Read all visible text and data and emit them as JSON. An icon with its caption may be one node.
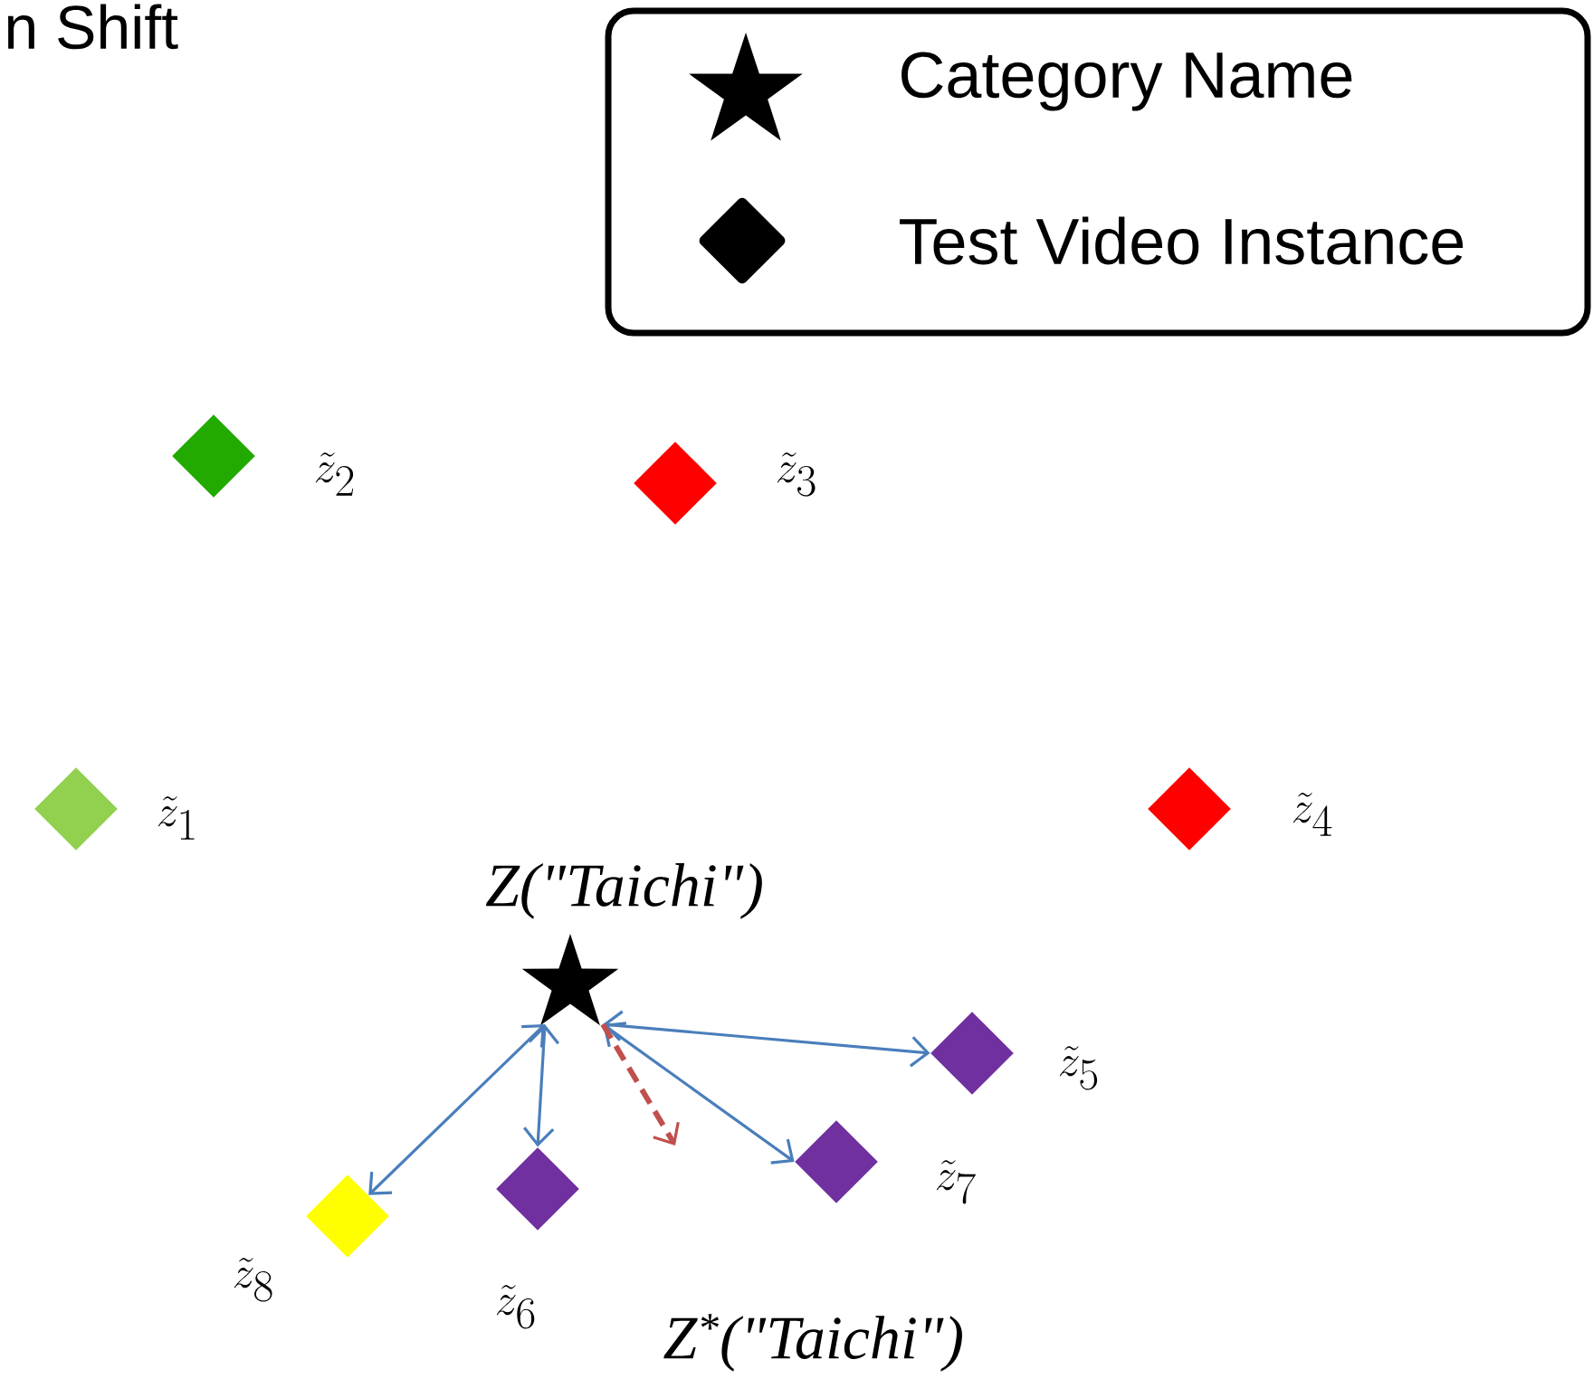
{
  "diagram": {
    "nodes": [
      {
        "text": [],
        "shape": "diamond",
        "beside": [
          "\\tilde{z}_{2}"
        ]
      },
      {
        "text": [],
        "shape": "diamond",
        "beside": [
          "\\tilde{z}_{3}"
        ]
      },
      {
        "text": [],
        "shape": "diamond",
        "beside": [
          "\\tilde{z}_{1}"
        ]
      },
      {
        "text": [],
        "shape": "diamond",
        "beside": [
          "\\tilde{z}_{4}"
        ]
      },
      {
        "text": [
          "Z(\"Taichi\")"
        ]
      },
      {
        "text": [],
        "shape": "diamond",
        "beside": [
          "\\tilde{z}_{5}"
        ]
      },
      {
        "text": [],
        "shape": "diamond",
        "beside": [
          "\\tilde{z}_{7}"
        ]
      },
      {
        "text": [],
        "shape": "diamond",
        "beside": [
          "\\tilde{z}_{8}"
        ]
      },
      {
        "text": [],
        "shape": "diamond",
        "beside": [
          "\\tilde{z}_{6}"
        ]
      }
    ],
    "edges": [
      {
        "from": 4,
        "to": 7,
        "arrow": "both"
      },
      {
        "from": 4,
        "to": 8,
        "arrow": "both"
      },
      {
        "from": 4,
        "to": 5,
        "arrow": "both"
      },
      {
        "from": 4,
        "to": 6,
        "arrow": "both"
      },
      {
        "from": 4,
        "to": null,
        "arrow": "to",
        "style": "dashed",
        "color": "#c0504d",
        "label": "Z$^{*}$(\"Taichi\")"
      }
    ],
    "labels": [
      "n Shift"
    ],
    "legend": [
      {
        "text": "Category Name"
      },
      {
        "text": "Test Video Instance"
      }
    ]
  }
}
